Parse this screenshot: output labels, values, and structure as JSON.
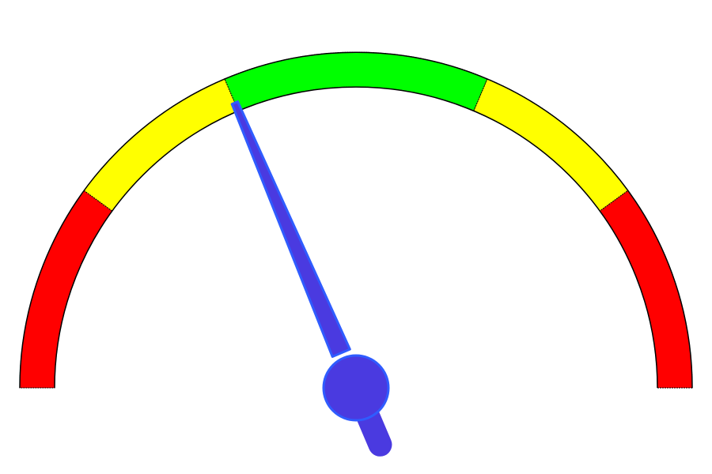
{
  "chart_data": {
    "type": "gauge",
    "title": "",
    "range": [
      0,
      180
    ],
    "value": 67,
    "bands": [
      {
        "name": "red-low",
        "from": 0,
        "to": 36,
        "color": "#ff0000"
      },
      {
        "name": "yellow-low",
        "from": 36,
        "to": 67,
        "color": "#ffff00"
      },
      {
        "name": "green",
        "from": 67,
        "to": 113,
        "color": "#00ff00"
      },
      {
        "name": "yellow-high",
        "from": 113,
        "to": 144,
        "color": "#ffff00"
      },
      {
        "name": "red-high",
        "from": 144,
        "to": 180,
        "color": "#ff0000"
      }
    ],
    "needle_color": "#4a3ae0",
    "needle_edge_color": "#2f5cff",
    "outline_color": "#000000",
    "ticks": [],
    "legend": ""
  }
}
